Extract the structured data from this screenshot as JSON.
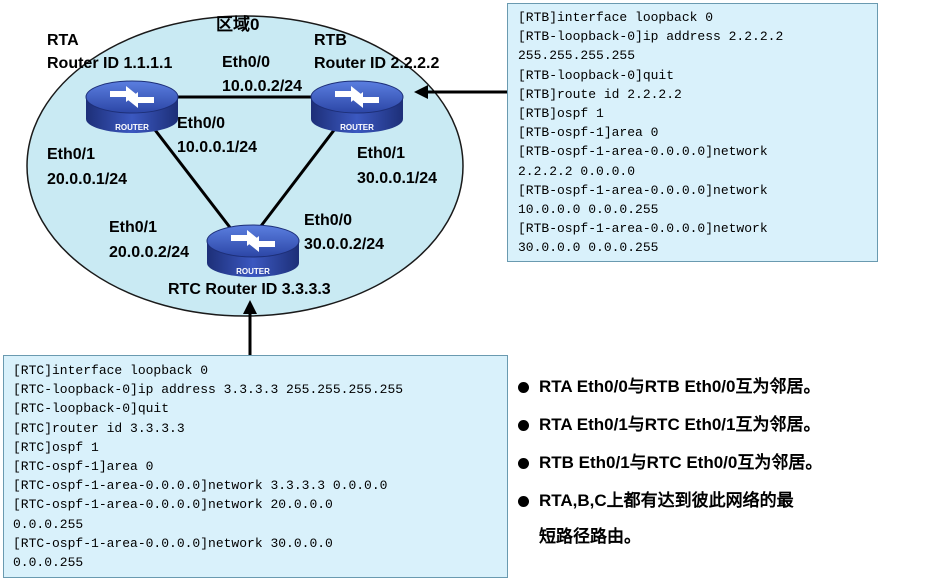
{
  "area_label": "区域0",
  "routers": {
    "rta": {
      "name": "RTA",
      "router_id": "Router ID 1.1.1.1",
      "icon_text": "ROUTER"
    },
    "rtb": {
      "name": "RTB",
      "router_id": "Router ID 2.2.2.2",
      "icon_text": "ROUTER"
    },
    "rtc": {
      "caption": "RTC Router ID 3.3.3.3",
      "icon_text": "ROUTER"
    }
  },
  "interfaces": {
    "rtb_eth00": {
      "name": "Eth0/0",
      "ip": "10.0.0.2/24"
    },
    "rta_eth00": {
      "name": "Eth0/0",
      "ip": "10.0.0.1/24"
    },
    "rta_eth01": {
      "name": "Eth0/1",
      "ip": "20.0.0.1/24"
    },
    "rtb_eth01": {
      "name": "Eth0/1",
      "ip": "30.0.0.1/24"
    },
    "rtc_eth01": {
      "name": "Eth0/1",
      "ip": "20.0.0.2/24"
    },
    "rtc_eth00": {
      "name": "Eth0/0",
      "ip": "30.0.0.2/24"
    }
  },
  "rtb_config": [
    "[RTB]interface loopback 0",
    "[RTB-loopback-0]ip address 2.2.2.2",
    "255.255.255.255",
    "[RTB-loopback-0]quit",
    "[RTB]route id 2.2.2.2",
    "[RTB]ospf 1",
    "[RTB-ospf-1]area 0",
    "[RTB-ospf-1-area-0.0.0.0]network",
    "2.2.2.2 0.0.0.0",
    "[RTB-ospf-1-area-0.0.0.0]network",
    "10.0.0.0 0.0.0.255",
    "[RTB-ospf-1-area-0.0.0.0]network",
    "30.0.0.0 0.0.0.255"
  ],
  "rtc_config": [
    "[RTC]interface loopback 0",
    "[RTC-loopback-0]ip address 3.3.3.3 255.255.255.255",
    "[RTC-loopback-0]quit",
    "[RTC]router id 3.3.3.3",
    "[RTC]ospf 1",
    "[RTC-ospf-1]area 0",
    "[RTC-ospf-1-area-0.0.0.0]network 3.3.3.3 0.0.0.0",
    "[RTC-ospf-1-area-0.0.0.0]network 20.0.0.0",
    "0.0.0.255",
    "[RTC-ospf-1-area-0.0.0.0]network 30.0.0.0",
    "0.0.0.255"
  ],
  "bullets": [
    {
      "line1": "RTA Eth0/0与RTB Eth0/0互为邻居。"
    },
    {
      "line1": "RTA Eth0/1与RTC Eth0/1互为邻居。"
    },
    {
      "line1": "RTB Eth0/1与RTC Eth0/0互为邻居。"
    },
    {
      "line1": "RTA,B,C上都有达到彼此网络的最",
      "line2": "短路径路由。"
    }
  ],
  "colors": {
    "area_fill": "#c9eaf3",
    "router_body": "#3a56b8",
    "code_bg": "#d9f1fb"
  }
}
